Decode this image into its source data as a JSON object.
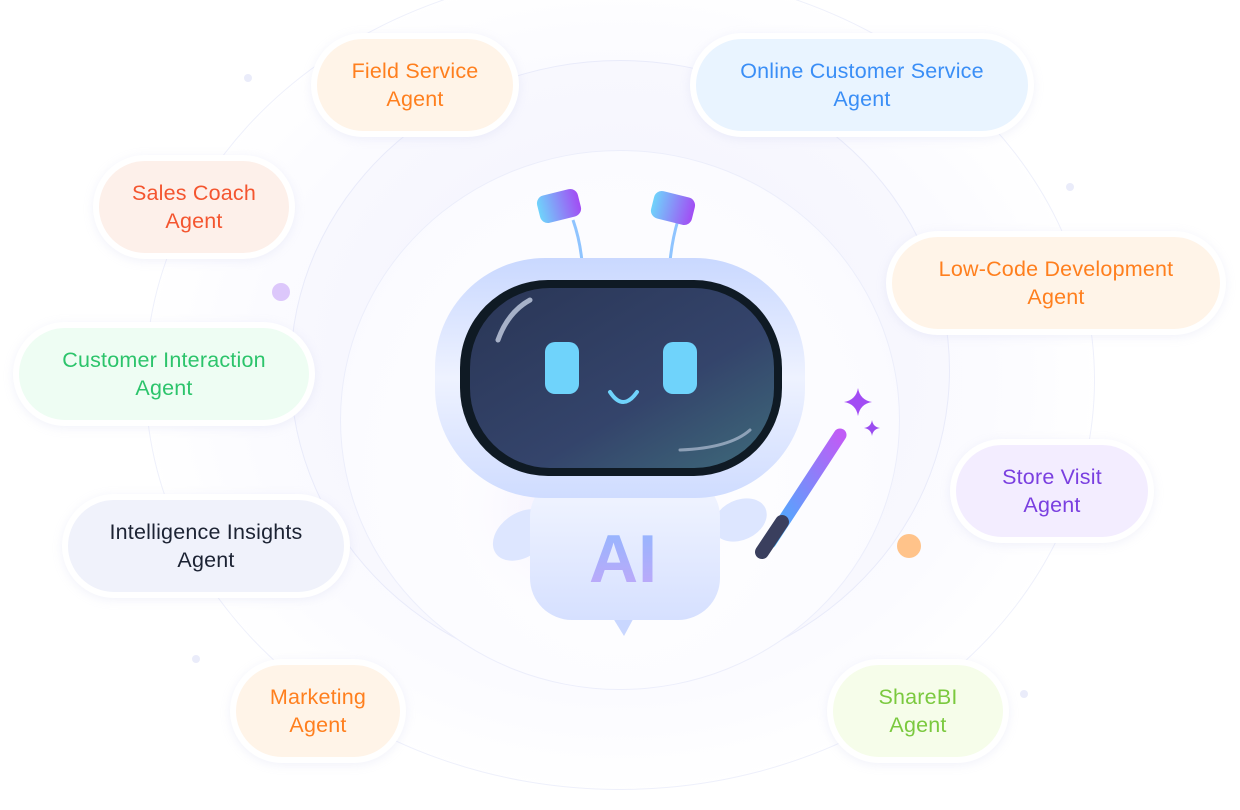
{
  "center": {
    "badge_text": "AI",
    "mascot": "robot-icon",
    "tool": "magic-wand-icon",
    "sparkles": "sparkle-icon"
  },
  "agents": [
    {
      "id": "field-service",
      "line1": "Field Service",
      "line2": "Agent",
      "text_color": "#ff7f1e",
      "bg_color": "#fff4e8"
    },
    {
      "id": "online-customer-service",
      "line1": "Online Customer Service",
      "line2": "Agent",
      "text_color": "#3a8ef6",
      "bg_color": "#e9f4ff"
    },
    {
      "id": "sales-coach",
      "line1": "Sales Coach",
      "line2": "Agent",
      "text_color": "#f4552f",
      "bg_color": "#fdf0ea"
    },
    {
      "id": "low-code-development",
      "line1": "Low-Code Development",
      "line2": "Agent",
      "text_color": "#ff7f1e",
      "bg_color": "#fff4e8"
    },
    {
      "id": "customer-interaction",
      "line1": "Customer Interaction",
      "line2": "Agent",
      "text_color": "#2cc46b",
      "bg_color": "#eefdf3"
    },
    {
      "id": "store-visit",
      "line1": "Store Visit",
      "line2": "Agent",
      "text_color": "#7a3fe0",
      "bg_color": "#f3edff"
    },
    {
      "id": "intelligence-insights",
      "line1": "Intelligence Insights",
      "line2": "Agent",
      "text_color": "#1c2333",
      "bg_color": "#f0f2fb"
    },
    {
      "id": "marketing",
      "line1": "Marketing",
      "line2": "Agent",
      "text_color": "#ff7f1e",
      "bg_color": "#fff4e8"
    },
    {
      "id": "sharebi",
      "line1": "ShareBI",
      "line2": "Agent",
      "text_color": "#7bc93f",
      "bg_color": "#f6fdea"
    }
  ],
  "colors": {
    "screen_dark": "#1b2438",
    "eye_cyan": "#6fd3fb",
    "body_light": "#e6ecff",
    "accent_purple": "#a86cf5",
    "accent_orange": "#ffbf80"
  }
}
